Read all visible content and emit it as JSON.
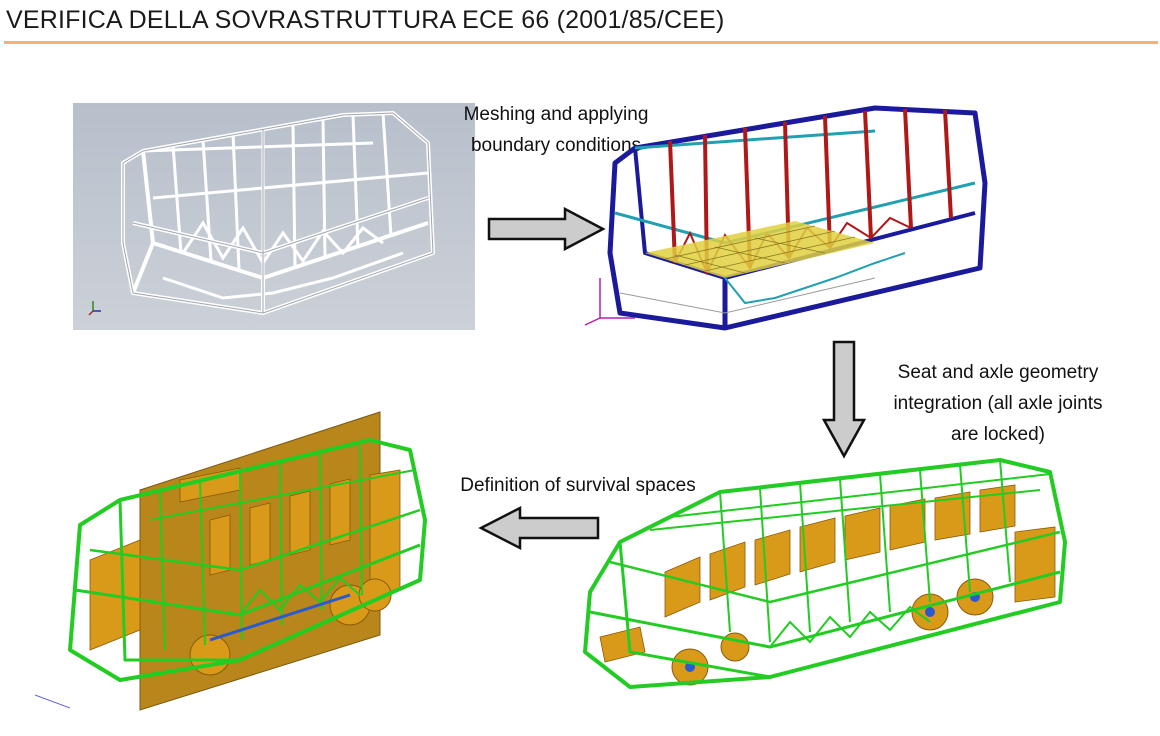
{
  "header": {
    "title": "VERIFICA DELLA SOVRASTRUTTURA ECE 66 (2001/85/CEE)"
  },
  "steps": [
    {
      "label_lines": [
        "Meshing and applying",
        "boundary conditions"
      ]
    },
    {
      "label_lines": [
        "Seat and axle geometry",
        "integration (all axle joints",
        "are locked)"
      ]
    },
    {
      "label_lines": [
        "Definition of survival spaces"
      ]
    }
  ],
  "colors": {
    "rule": "#f2b27a",
    "cad_bg": "#b4bcc8",
    "frame_white": "#ffffff",
    "mesh_blue": "#1a1a9a",
    "mesh_red": "#b01818",
    "mesh_cyan": "#20a0b0",
    "mesh_yellow": "#e0d040",
    "frame_green": "#22cc22",
    "seat_orange": "#d99a1a",
    "plane_brown": "#b8861a",
    "arrow_fill": "#cccccc"
  }
}
